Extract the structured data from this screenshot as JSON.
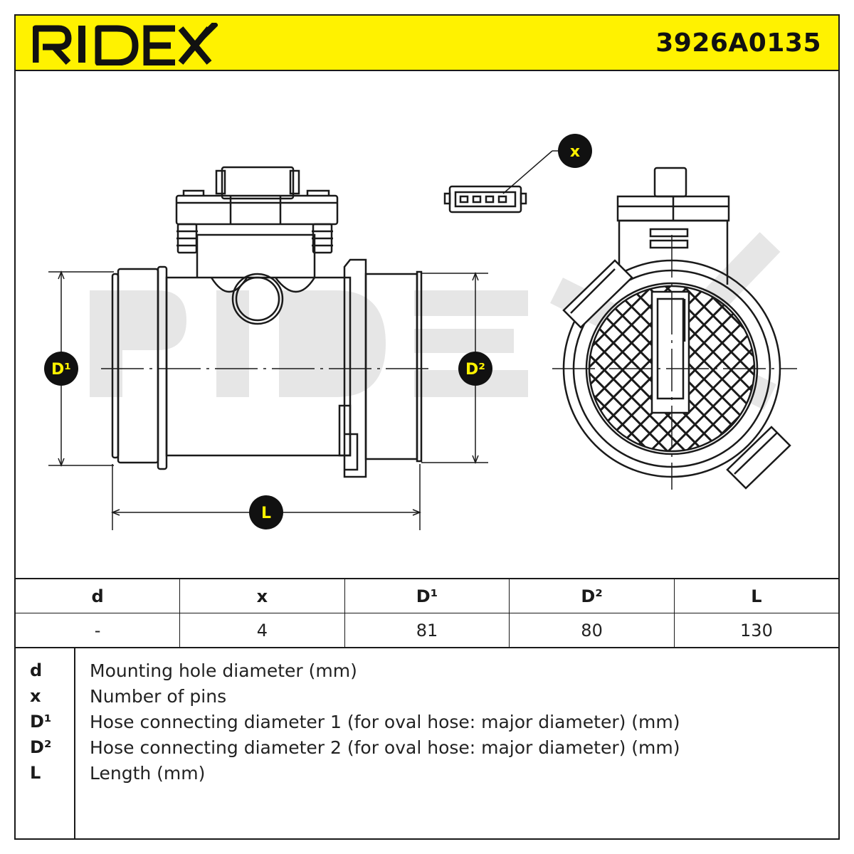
{
  "header": {
    "brand": "RIDEX",
    "part_number": "3926A0135",
    "brand_color": "#fff200"
  },
  "drawing": {
    "watermark": "RIDEX",
    "labels": {
      "x": "x",
      "d1": "D¹",
      "d2": "D²",
      "l": "L"
    }
  },
  "table": {
    "headers": [
      "d",
      "x",
      "D¹",
      "D²",
      "L"
    ],
    "values": [
      "-",
      "4",
      "81",
      "80",
      "130"
    ]
  },
  "legend": [
    {
      "key": "d",
      "desc": "Mounting hole diameter (mm)"
    },
    {
      "key": "x",
      "desc": "Number of pins"
    },
    {
      "key": "D¹",
      "desc": "Hose connecting diameter 1 (for oval hose: major diameter) (mm)"
    },
    {
      "key": "D²",
      "desc": "Hose connecting diameter 2 (for oval hose: major diameter) (mm)"
    },
    {
      "key": "L",
      "desc": "Length (mm)"
    }
  ]
}
